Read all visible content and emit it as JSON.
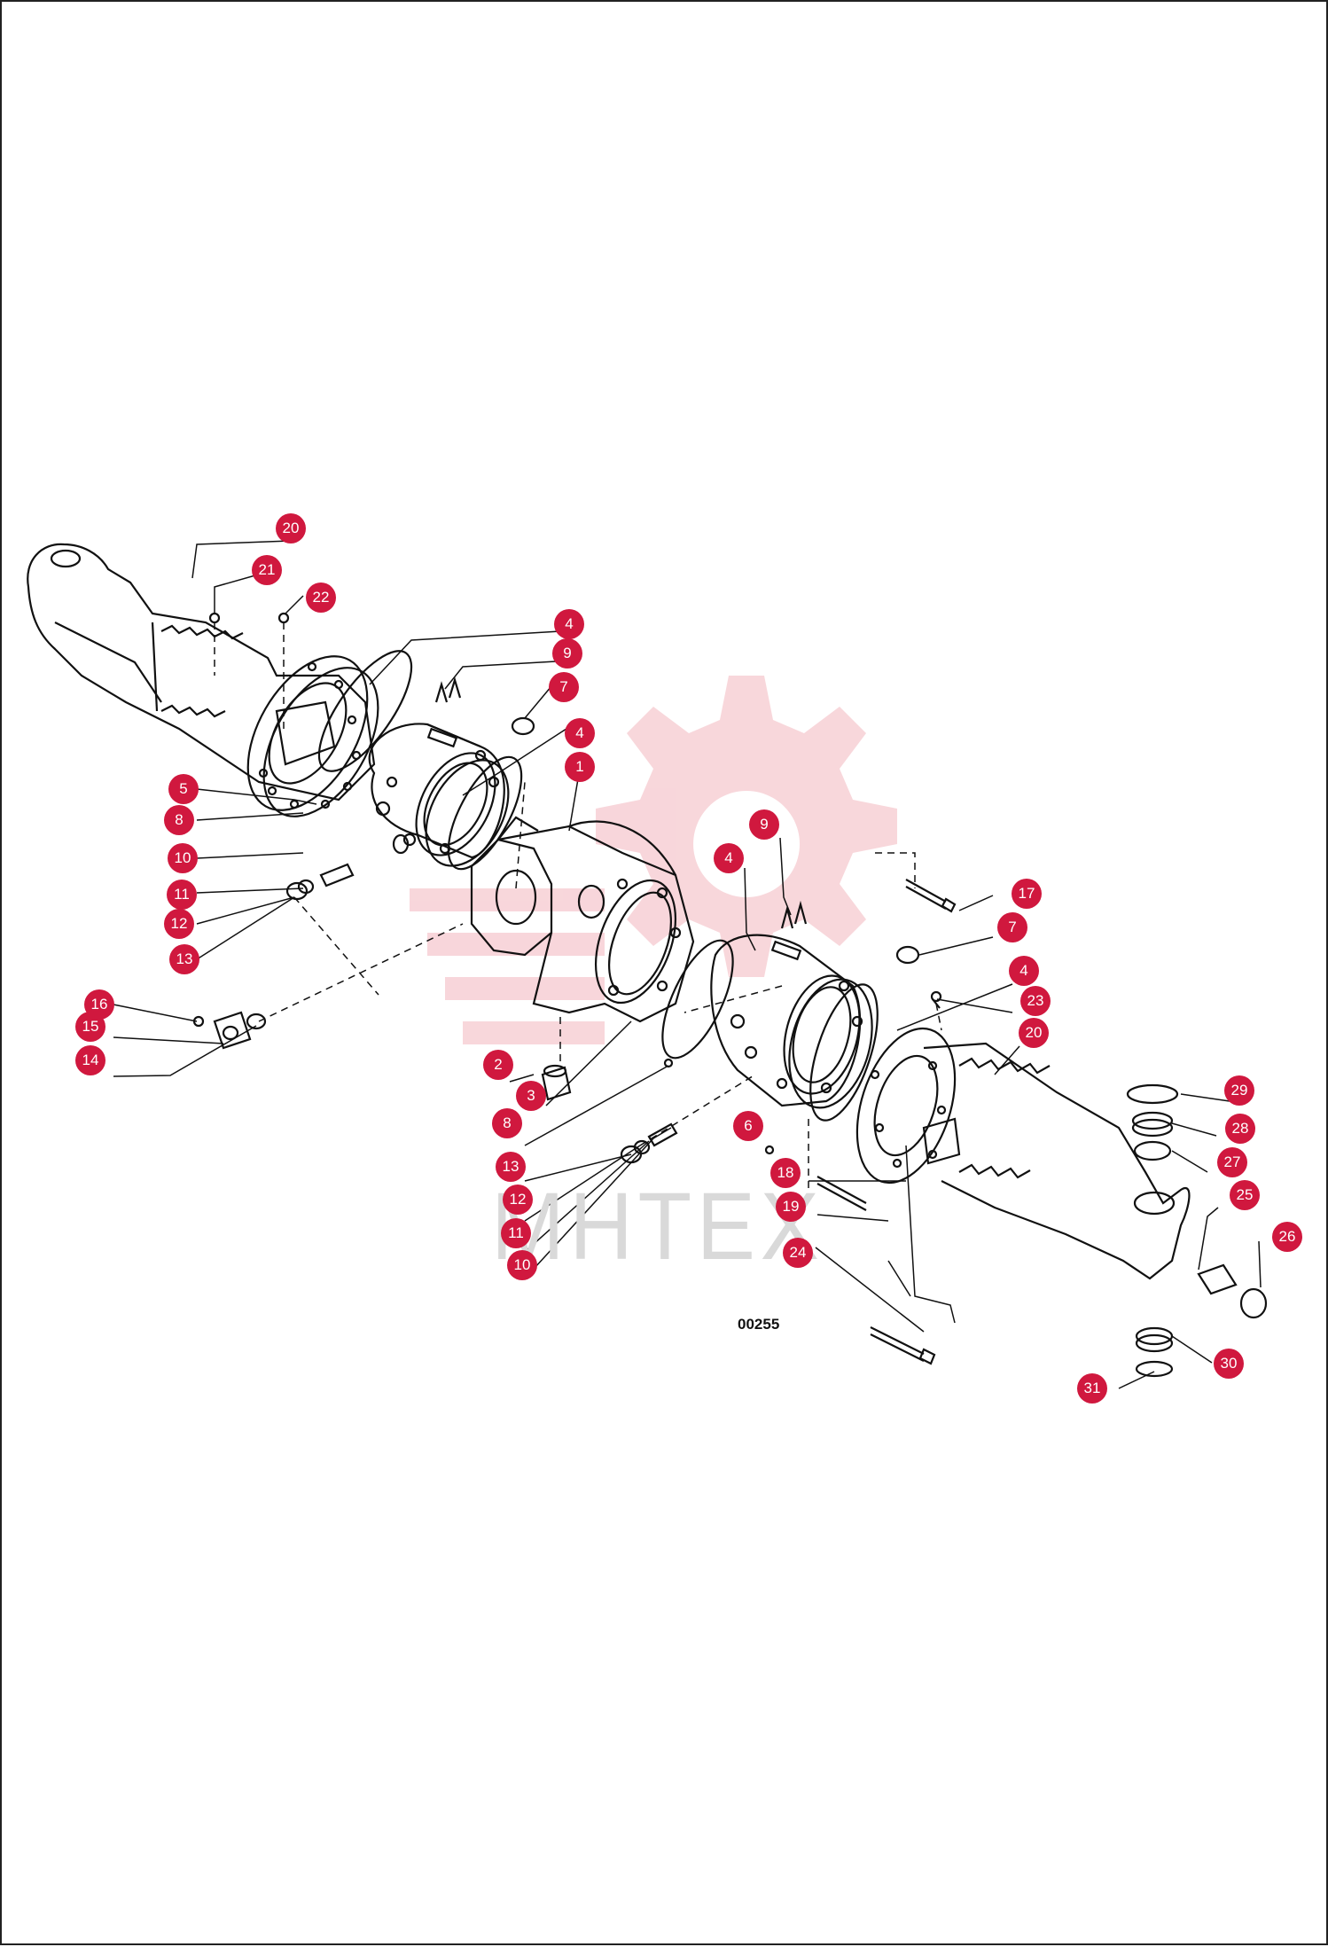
{
  "diagram": {
    "drawing_id": "00255",
    "watermark": "МНТЕХ",
    "accent_color": "#d0183e",
    "line_color": "#111111",
    "callouts": [
      {
        "label": "20"
      },
      {
        "label": "21"
      },
      {
        "label": "22"
      },
      {
        "label": "4"
      },
      {
        "label": "9"
      },
      {
        "label": "7"
      },
      {
        "label": "4"
      },
      {
        "label": "1"
      },
      {
        "label": "5"
      },
      {
        "label": "8"
      },
      {
        "label": "10"
      },
      {
        "label": "11"
      },
      {
        "label": "12"
      },
      {
        "label": "13"
      },
      {
        "label": "16"
      },
      {
        "label": "15"
      },
      {
        "label": "14"
      },
      {
        "label": "2"
      },
      {
        "label": "3"
      },
      {
        "label": "8"
      },
      {
        "label": "13"
      },
      {
        "label": "12"
      },
      {
        "label": "11"
      },
      {
        "label": "10"
      },
      {
        "label": "9"
      },
      {
        "label": "4"
      },
      {
        "label": "6"
      },
      {
        "label": "18"
      },
      {
        "label": "19"
      },
      {
        "label": "24"
      },
      {
        "label": "17"
      },
      {
        "label": "7"
      },
      {
        "label": "4"
      },
      {
        "label": "23"
      },
      {
        "label": "20"
      },
      {
        "label": "29"
      },
      {
        "label": "28"
      },
      {
        "label": "27"
      },
      {
        "label": "25"
      },
      {
        "label": "26"
      },
      {
        "label": "30"
      },
      {
        "label": "31"
      }
    ]
  }
}
